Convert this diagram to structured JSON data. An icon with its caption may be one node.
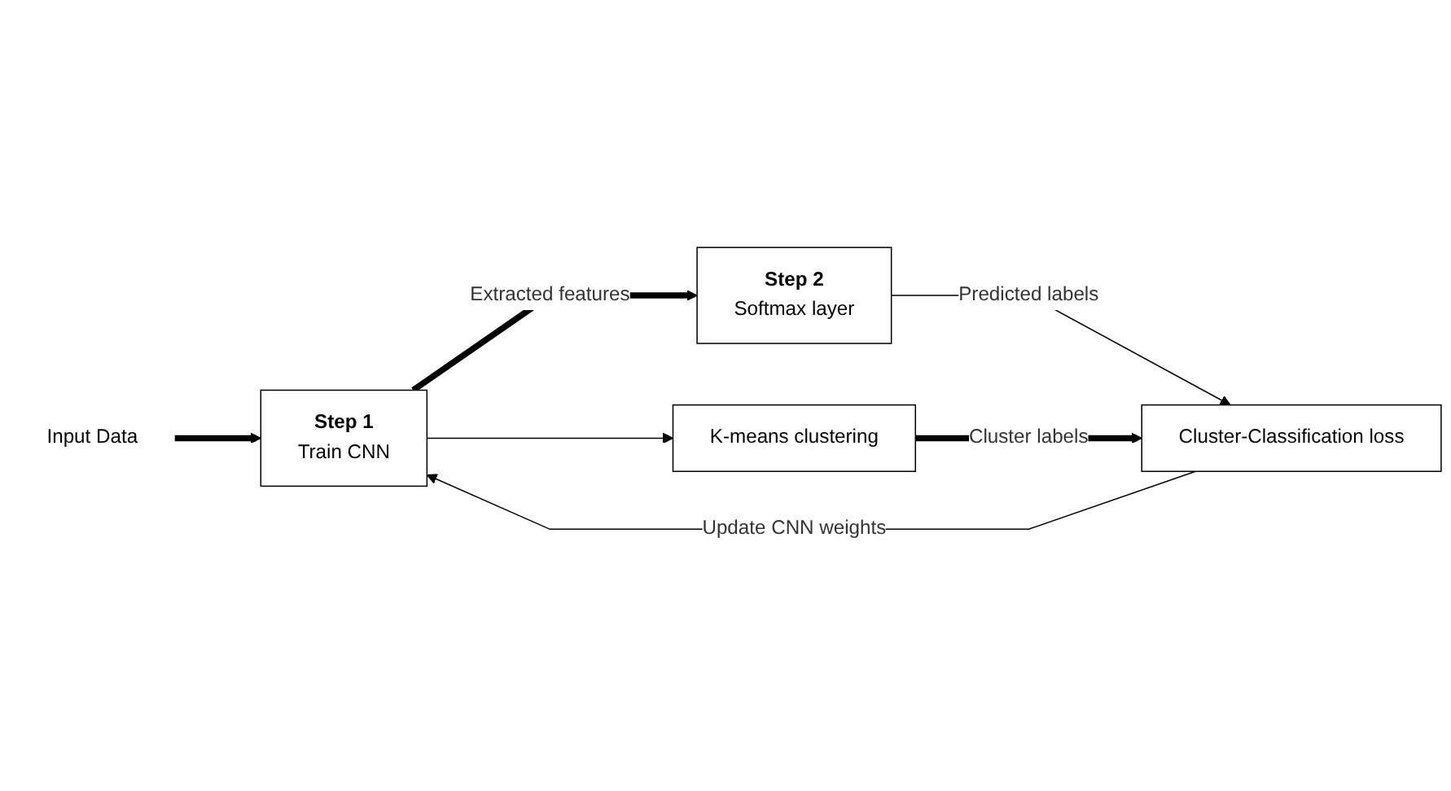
{
  "diagram": {
    "nodes": [
      {
        "text": [
          "Input Data"
        ]
      },
      {
        "text": [
          "Step 1",
          "Train CNN"
        ]
      },
      {
        "text": [
          "Step 2",
          "Softmax layer"
        ]
      },
      {
        "text": [
          "K-means clustering"
        ]
      },
      {
        "text": [
          "Cluster-Classification loss"
        ]
      }
    ],
    "edges": [
      {
        "from": 0,
        "to": 1,
        "arrow": "to",
        "style": "thick"
      },
      {
        "from": 1,
        "to": 2,
        "arrow": "to",
        "style": "thick",
        "label": "Extracted features"
      },
      {
        "from": 1,
        "to": 3,
        "arrow": "to"
      },
      {
        "from": 2,
        "to": 4,
        "arrow": "to",
        "label": "Predicted labels"
      },
      {
        "from": 3,
        "to": 4,
        "arrow": "to",
        "style": "thick",
        "label": "Cluster labels"
      },
      {
        "from": 4,
        "to": 1,
        "arrow": "to",
        "label": "Update CNN weights"
      }
    ]
  }
}
